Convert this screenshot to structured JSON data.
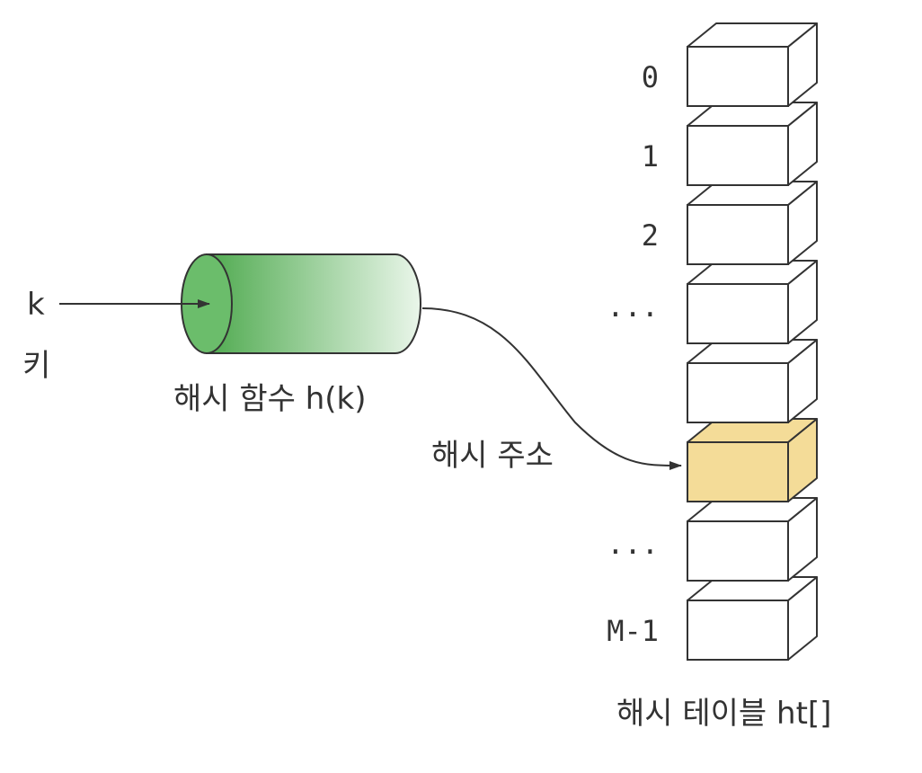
{
  "input": {
    "key_symbol": "k",
    "key_label": "키"
  },
  "hash_function": {
    "label": "해시 함수 h(k)"
  },
  "hash_address": {
    "label": "해시 주소"
  },
  "table": {
    "label": "해시 테이블 ht[]",
    "slots": [
      {
        "index_label": "0",
        "highlighted": false
      },
      {
        "index_label": "1",
        "highlighted": false
      },
      {
        "index_label": "2",
        "highlighted": false
      },
      {
        "index_label": "···",
        "highlighted": false
      },
      {
        "index_label": "",
        "highlighted": false
      },
      {
        "index_label": "",
        "highlighted": true
      },
      {
        "index_label": "···",
        "highlighted": false
      },
      {
        "index_label": "M-1",
        "highlighted": false
      }
    ]
  },
  "colors": {
    "cylinder_dark": "#4faa4f",
    "cylinder_light": "#eaf6ea",
    "cylinder_face": "#6bbd6b",
    "slot_fill": "#ffffff",
    "slot_highlight": "#f4dc98",
    "stroke": "#333333"
  }
}
